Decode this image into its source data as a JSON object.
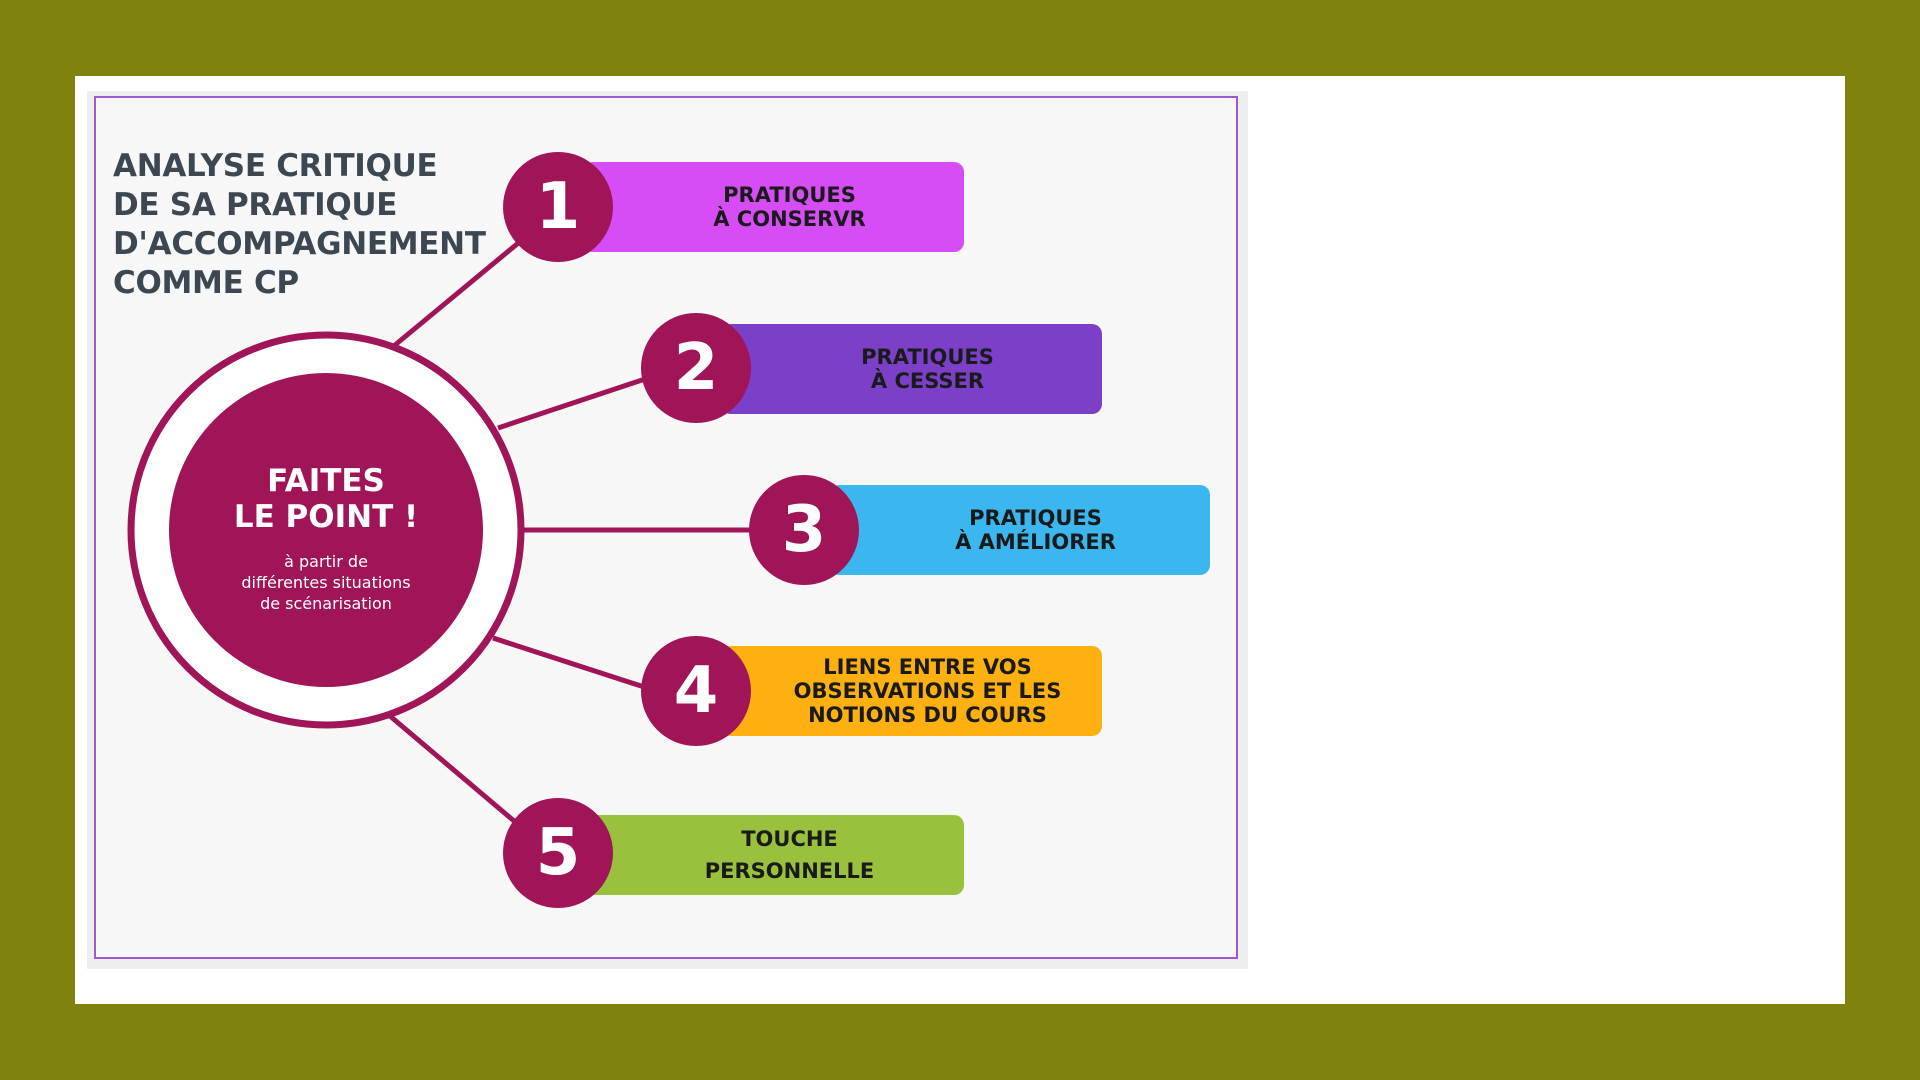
{
  "title_lines": [
    "ANALYSE CRITIQUE",
    "DE SA PRATIQUE",
    "D'ACCOMPAGNEMENT",
    "COMME CP"
  ],
  "hub": {
    "title_lines": [
      "FAITES",
      "LE POINT !"
    ],
    "subtitle_lines": [
      "à partir de",
      "différentes situations",
      "de scénarisation"
    ]
  },
  "colors": {
    "background": "#7f830e",
    "hub": "#a01458",
    "step1": "#d64cf5",
    "step2": "#7b3fc8",
    "step3": "#3bb6ef",
    "step4": "#fdb00f",
    "step5": "#99c13d"
  },
  "steps": [
    {
      "number": "1",
      "label": "PRATIQUES\nÀ CONSERVR"
    },
    {
      "number": "2",
      "label": "PRATIQUES\nÀ CESSER"
    },
    {
      "number": "3",
      "label": "PRATIQUES\nÀ AMÉLIORER"
    },
    {
      "number": "4",
      "label": "LIENS ENTRE VOS\nOBSERVATIONS ET LES\nNOTIONS DU COURS"
    },
    {
      "number": "5",
      "label": "TOUCHE\nPERSONNELLE"
    }
  ]
}
